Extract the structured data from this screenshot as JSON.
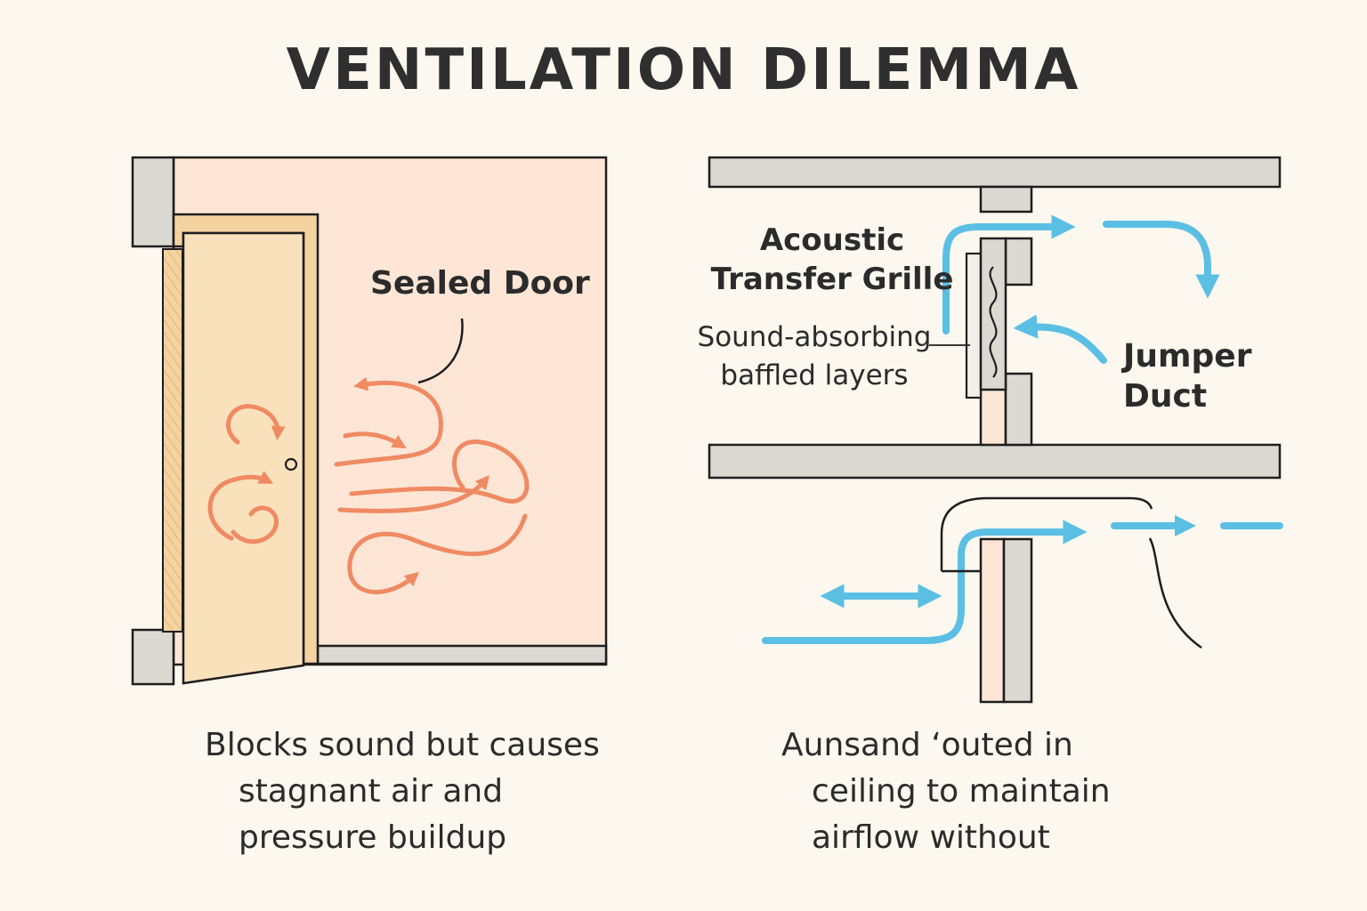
{
  "title": "VENTILATION DILEMMA",
  "left_panel": {
    "door_label": "Sealed Door",
    "caption_lines": [
      "Blocks sound but causes",
      "stagnant air and",
      "pressure buildup"
    ]
  },
  "right_panel": {
    "grille_label_lines": [
      "Acoustic",
      "Transfer Grille"
    ],
    "baffle_label_lines": [
      "Sound-absorbing",
      "baffled layers"
    ],
    "duct_label_lines": [
      "Jumper",
      "Duct"
    ],
    "caption_lines": [
      "Aunsand ʻouted in",
      "ceiling to maintain",
      "airflow without"
    ]
  },
  "colors": {
    "background": "#fcf8ef",
    "room_fill": "#fde6d6",
    "door_fill": "#f9e1bc",
    "stagnant_arrows": "#ef8a62",
    "airflow_arrows": "#5bbfe4",
    "wall_gray": "#dcd8d2",
    "outline": "#1e1e1e"
  }
}
